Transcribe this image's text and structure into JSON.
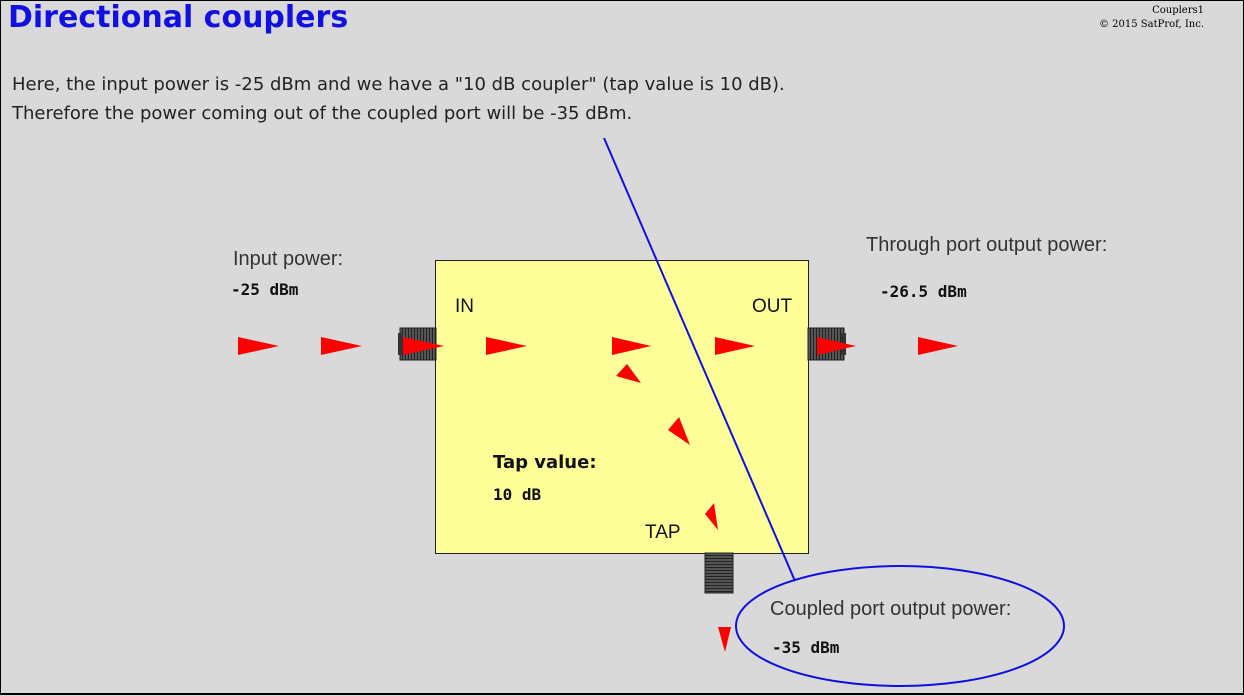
{
  "header": {
    "title": "Directional couplers",
    "slide_id": "Couplers1",
    "copyright": "© 2015 SatProf, Inc."
  },
  "intro": {
    "line1": "Here, the input power is -25 dBm and we have a \"10 dB coupler\" (tap value is 10 dB).",
    "line2": "Therefore the power coming out of the coupled port will be -35 dBm."
  },
  "input": {
    "label": "Input power:",
    "value": "-25 dBm"
  },
  "through": {
    "label": "Through port output power:",
    "value": "-26.5 dBm"
  },
  "coupled": {
    "label": "Coupled port output power:",
    "value": "-35 dBm"
  },
  "coupler": {
    "port_in": "IN",
    "port_out": "OUT",
    "port_tap": "TAP",
    "tap_label": "Tap value:",
    "tap_value": "10 dB"
  },
  "colors": {
    "title": "#1010e0",
    "coupler_body": "#ffff99",
    "signal_arrow": "#ff0000",
    "annotation": "#1010e0"
  }
}
